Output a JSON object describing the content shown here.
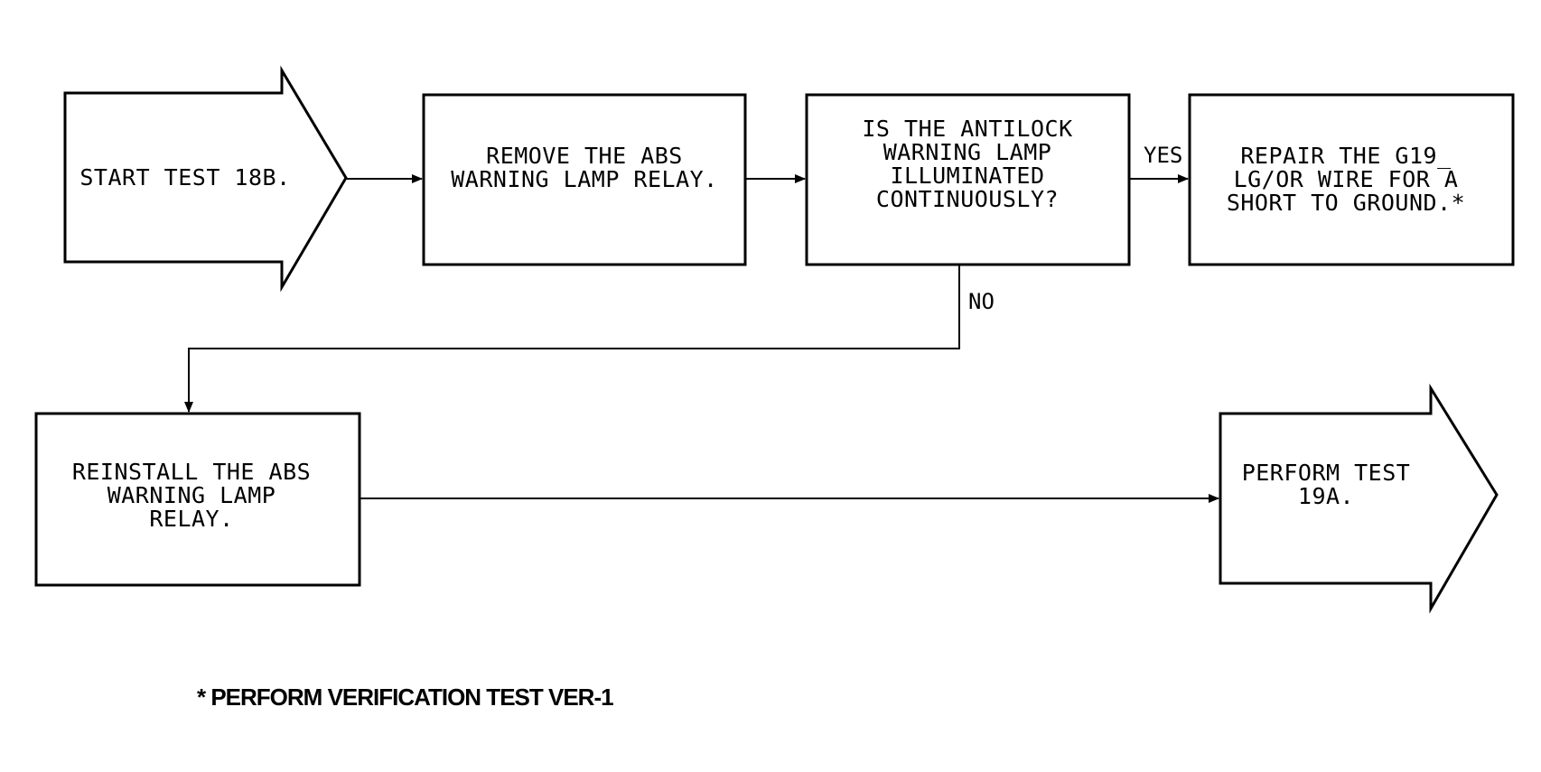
{
  "flowchart": {
    "start": {
      "lines": [
        "START TEST 18B."
      ]
    },
    "remove_relay": {
      "lines": [
        "REMOVE THE ABS",
        "WARNING LAMP RELAY."
      ]
    },
    "decision": {
      "lines": [
        "IS THE ANTILOCK",
        "WARNING LAMP",
        "ILLUMINATED",
        "CONTINUOUSLY?"
      ]
    },
    "repair": {
      "lines": [
        "REPAIR THE G19_",
        "LG/OR WIRE FOR A",
        "SHORT TO GROUND.*"
      ]
    },
    "reinstall": {
      "lines": [
        "REINSTALL THE ABS",
        "WARNING LAMP",
        "RELAY."
      ]
    },
    "perform": {
      "lines": [
        "PERFORM TEST",
        "19A."
      ]
    },
    "yes_label": "YES",
    "no_label": "NO"
  },
  "footnote": "* PERFORM VERIFICATION TEST VER-1"
}
